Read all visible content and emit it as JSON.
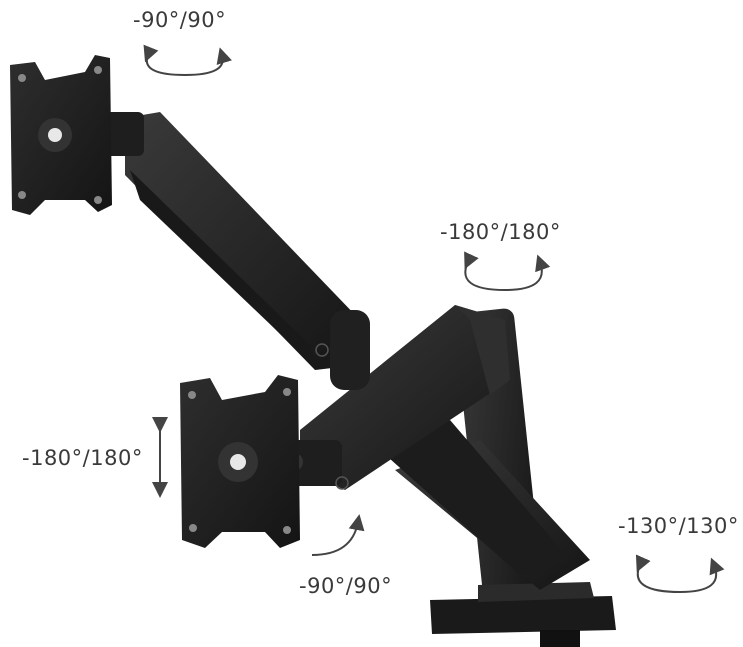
{
  "rotation_labels": {
    "top_monitor_swivel": "-90°/90°",
    "arm_joint_rotation": "-180°/180°",
    "monitor_rotation": "-180°/180°",
    "lower_monitor_swivel": "-90°/90°",
    "base_rotation": "-130°/130°"
  },
  "colors": {
    "mount_body": "#222222",
    "mount_highlight": "#3a3a3a",
    "arrow": "#444444",
    "label_text": "#3a3a3a",
    "background": "#ffffff"
  }
}
